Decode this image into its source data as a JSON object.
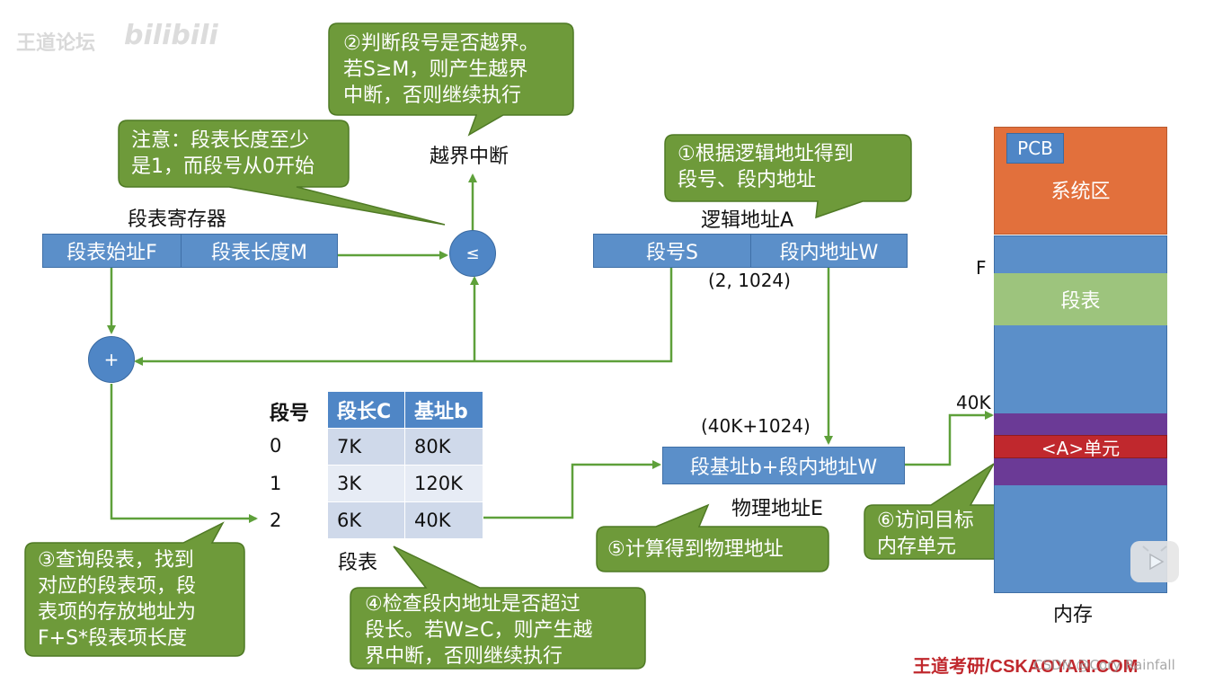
{
  "watermark": {
    "logo_text": "王道论坛",
    "bili": "bilibili"
  },
  "callouts": {
    "c2": "②判断段号是否越界。\n若S≥M，则产生越界\n中断，否则继续执行",
    "note": "注意：段表长度至少\n是1，而段号从0开始",
    "c1": "①根据逻辑地址得到\n段号、段内地址",
    "c3": "③查询段表，找到\n对应的段表项，段\n表项的存放地址为\nF+S*段表项长度",
    "c4": "④检查段内地址是否超过\n段长。若W≥C，则产生越\n界中断，否则继续执行",
    "c5": "⑤计算得到物理地址",
    "c6": "⑥访问目标\n内存单元"
  },
  "labels": {
    "out_of_bounds": "越界中断",
    "seg_register": "段表寄存器",
    "logical_address": "逻辑地址A",
    "logical_value": "(2, 1024)",
    "physical_value": "(40K+1024)",
    "physical_address": "物理地址E",
    "seg_table_caption": "段表",
    "memory_caption": "内存",
    "F_marker": "F",
    "k40_marker": "40K"
  },
  "register": {
    "start": "段表始址F",
    "length": "段表长度M"
  },
  "logical": {
    "seg_no": "段号S",
    "offset": "段内地址W"
  },
  "comparator": "≤",
  "adder": "+",
  "physical_box": "段基址b+段内地址W",
  "seg_table": {
    "headers": [
      "段号",
      "段长C",
      "基址b"
    ],
    "rows": [
      {
        "no": "0",
        "len": "7K",
        "base": "80K"
      },
      {
        "no": "1",
        "len": "3K",
        "base": "120K"
      },
      {
        "no": "2",
        "len": "6K",
        "base": "40K"
      }
    ]
  },
  "memory": {
    "pcb": "PCB",
    "system_area": "系统区",
    "seg_table": "段表",
    "target_unit": "<A>单元"
  },
  "footer": {
    "brand": "王道考研/CSKAOYAN.COM",
    "credit": "CSDN @Cory Rainfall"
  },
  "colors": {
    "callout_green": "#6e9a3a",
    "box_blue": "#5b8fc9",
    "arrow_green": "#5ea03a",
    "system_orange": "#e2703c",
    "segtable_green": "#9dc47d",
    "purple": "#6b3a96",
    "target_red": "#c0282d",
    "footer_red": "#c0282d"
  }
}
